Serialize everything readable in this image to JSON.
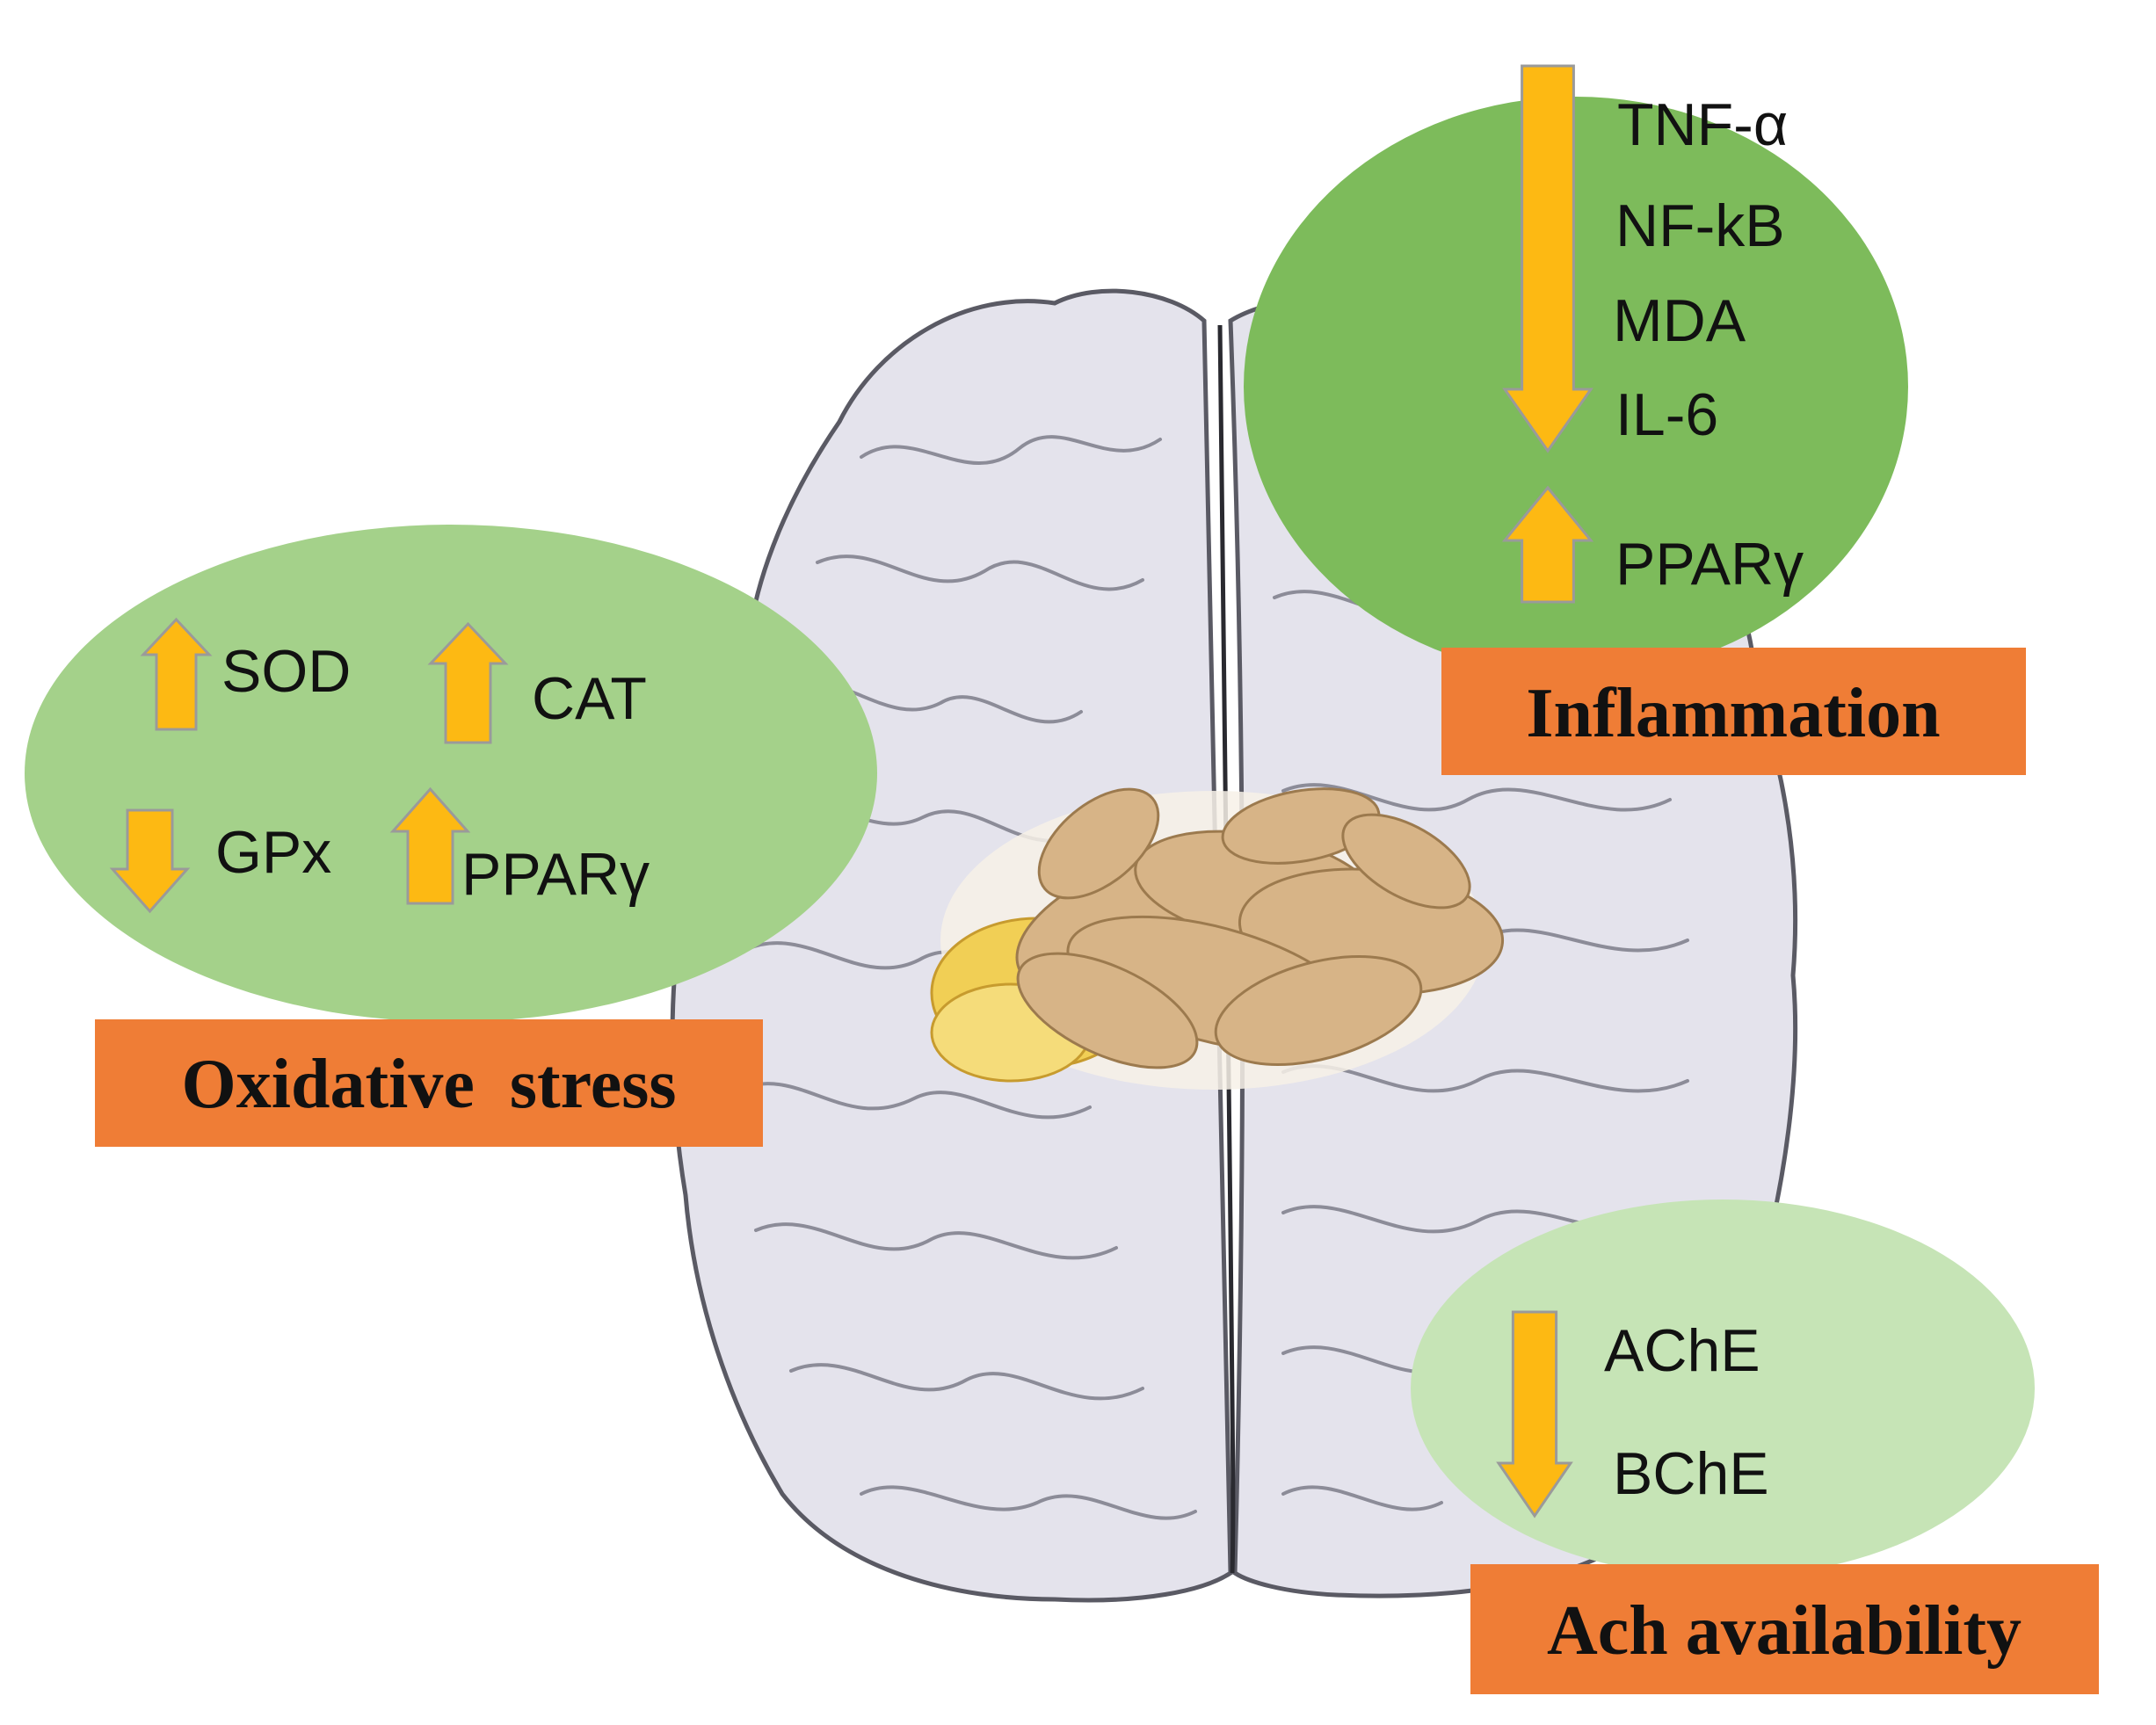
{
  "colors": {
    "brain_fill": "#e4e3ec",
    "brain_outline": "#5a5a64",
    "inflammation_ellipse": "#7dbb5b",
    "oxidative_ellipse": "#a4d18a",
    "ach_ellipse": "#c6e4b6",
    "arrow_fill": "#fdb913",
    "arrow_stroke": "#9a9a9a",
    "label_box": "#ef7d36",
    "ginger": "#d7b487",
    "ginger_slice": "#f1cf55"
  },
  "center_image": {
    "icon": "ginger-root-icon"
  },
  "oxidative_stress": {
    "label": "Oxidative  stress",
    "markers": [
      {
        "text": "SOD",
        "direction": "up"
      },
      {
        "text": "CAT",
        "direction": "up"
      },
      {
        "text": "GPx",
        "direction": "down"
      },
      {
        "text": "PPARγ",
        "direction": "up"
      }
    ]
  },
  "inflammation": {
    "label": "Inflammation",
    "decreased": [
      "TNF-α",
      "NF-kB",
      "MDA",
      "IL-6"
    ],
    "decreased_direction": "down",
    "increased": [
      "PPARγ"
    ],
    "increased_direction": "up"
  },
  "ach_availability": {
    "label": "Ach availability",
    "decreased": [
      "AChE",
      "BChE"
    ],
    "decreased_direction": "down"
  }
}
